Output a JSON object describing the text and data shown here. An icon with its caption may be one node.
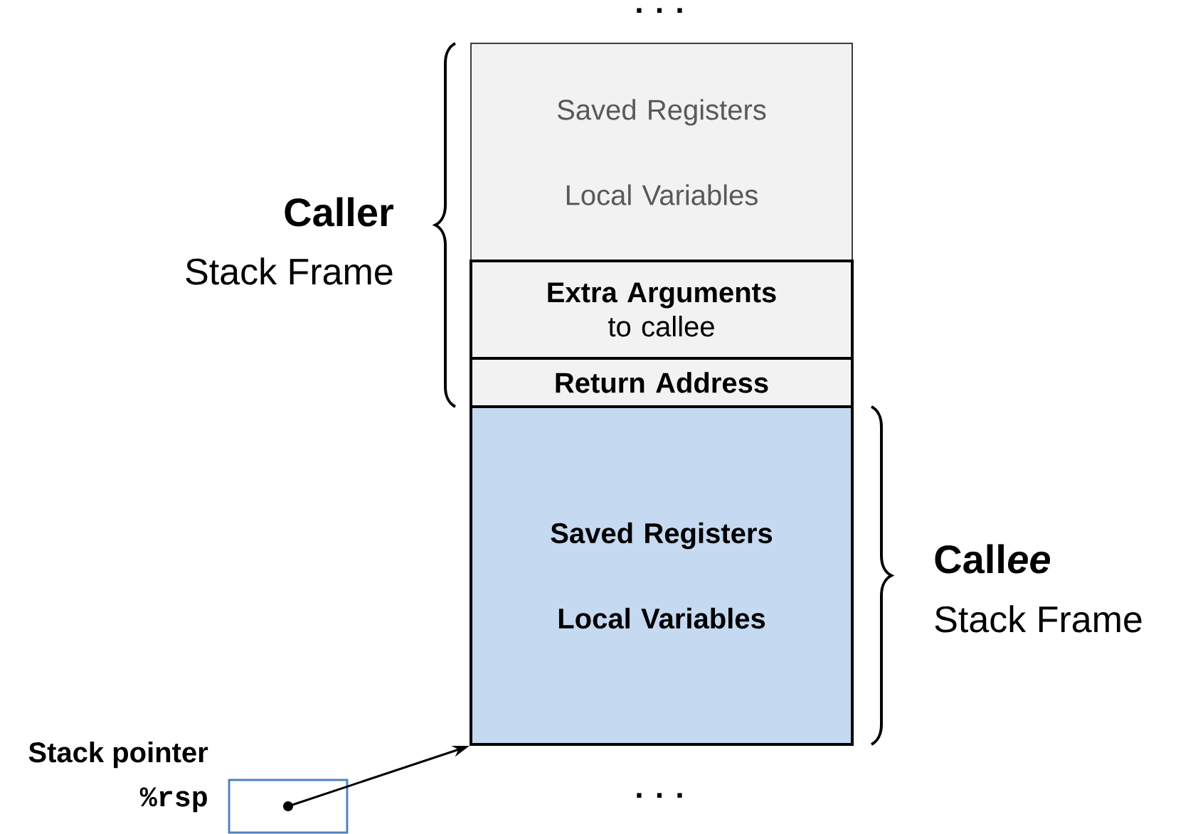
{
  "diagram": {
    "nodes": [
      {
        "text": [
          "Saved Registers",
          "Local Variables"
        ]
      },
      {
        "text": [
          "**Extra Arguments** to callee"
        ]
      },
      {
        "text": [
          "Return Address"
        ]
      },
      {
        "text": [
          "Saved Registers",
          "Local Variables"
        ]
      },
      {
        "text": [],
        "shape": "box",
        "beside": [
          "Stack pointer",
          "%rsp"
        ]
      }
    ],
    "edges": [
      {
        "from": 4,
        "to": 3,
        "arrow": "to"
      }
    ],
    "labels": [
      ". . .",
      "Caller",
      "Stack Frame",
      "Call",
      "ee",
      "Stack Frame",
      ". . ."
    ]
  }
}
